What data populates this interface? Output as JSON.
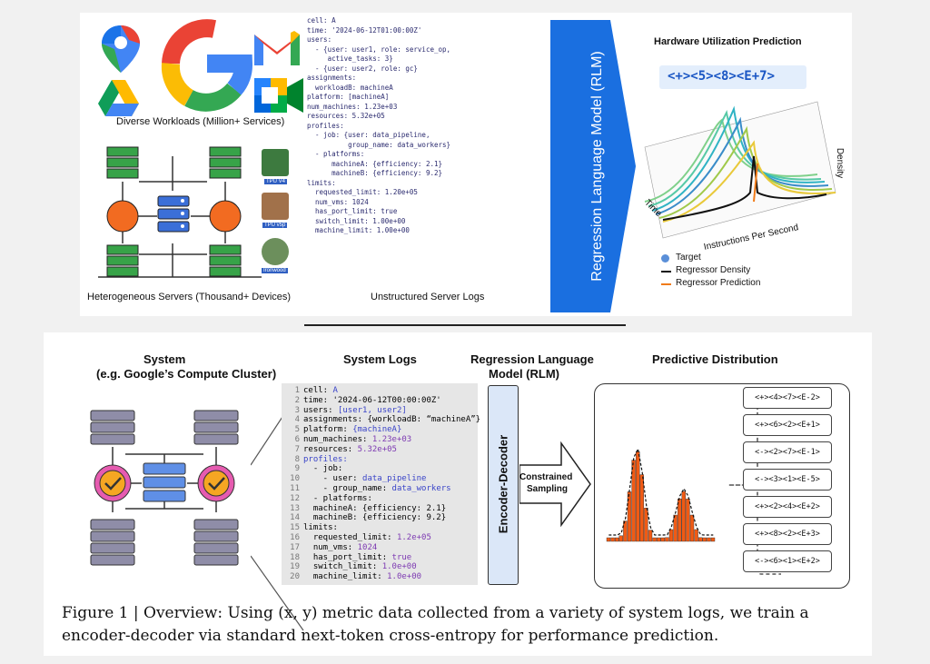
{
  "top": {
    "workloads_label": "Diverse Workloads (Million+ Services)",
    "servers_label": "Heterogeneous Servers (Thousand+ Devices)",
    "logs_label": "Unstructured Server Logs",
    "rlm_label": "Regression Language Model (RLM)",
    "chart_title": "Hardware Utilization Prediction",
    "token_string": "<+><5><8><E+7>",
    "tpu_labels": [
      "TPU V4",
      "TPU v5p",
      "Ironwood"
    ],
    "log_lines": [
      "cell: A",
      "time: '2024-06-12T01:00:00Z'",
      "users:",
      "  - {user: user1, role: service_op,",
      "     active_tasks: 3}",
      "  - {user: user2, role: gc}",
      "assignments:",
      "  workloadB: machineA",
      "platform: [machineA]",
      "num_machines: 1.23e+03",
      "resources: 5.32e+05",
      "profiles:",
      "  - job: {user: data_pipeline,",
      "          group_name: data_workers}",
      "  - platforms:",
      "      machineA: {efficiency: 2.1}",
      "      machineB: {efficiency: 9.2}",
      "limits:",
      "  requested_limit: 1.20e+05",
      "  num_vms: 1024",
      "  has_port_limit: true",
      "  switch_limit: 1.00e+00",
      "  machine_limit: 1.00e+00"
    ],
    "chart_data": {
      "type": "area",
      "title": "Hardware Utilization Prediction",
      "xlabel": "Instructions Per Second",
      "ylabel": "Density",
      "zlabel": "Time",
      "legend": [
        "Target",
        "Regressor Density",
        "Regressor Prediction"
      ],
      "legend_colors": [
        "#5a8fd8",
        "#111111",
        "#f07b1a"
      ],
      "legend_position": "bottom"
    }
  },
  "bottom": {
    "system_title": "System",
    "system_subtitle": "(e.g. Google’s Compute Cluster)",
    "logs_title": "System Logs",
    "rlm_title_1": "Regression Language",
    "rlm_title_2": "Model (RLM)",
    "encoder_label": "Encoder-Decoder",
    "arrow_label_1": "Constrained",
    "arrow_label_2": "Sampling",
    "dist_title": "Predictive Distribution",
    "tokens": [
      "<+><4><7><E-2>",
      "<+><6><2><E+1>",
      "<-><2><7><E-1>",
      "<-><3><1><E-5>",
      "<+><2><4><E+2>",
      "<+><8><2><E+3>",
      "<-><6><1><E+2>"
    ],
    "code_lines": [
      {
        "n": "1",
        "k": "cell: ",
        "v": "A",
        "c": "blue"
      },
      {
        "n": "2",
        "k": "time: ",
        "v": "'2024-06-12T00:00:00Z'",
        "c": "plain"
      },
      {
        "n": "3",
        "k": "users: ",
        "v": "[user1, user2]",
        "c": "blue"
      },
      {
        "n": "4",
        "k": "assignments: ",
        "v": "{workloadB: “machineA”}",
        "c": "plain"
      },
      {
        "n": "5",
        "k": "platform: ",
        "v": "{machineA}",
        "c": "blue"
      },
      {
        "n": "6",
        "k": "num_machines: ",
        "v": "1.23e+03",
        "c": "purple"
      },
      {
        "n": "7",
        "k": "resources: ",
        "v": "5.32e+05",
        "c": "purple"
      },
      {
        "n": "8",
        "k": "profiles:",
        "v": "",
        "c": "blue"
      },
      {
        "n": "9",
        "k": "  - job:",
        "v": "",
        "c": "plain"
      },
      {
        "n": "10",
        "k": "    - user: ",
        "v": "data_pipeline",
        "c": "blue"
      },
      {
        "n": "11",
        "k": "    - group_name: ",
        "v": "data_workers",
        "c": "blue"
      },
      {
        "n": "12",
        "k": "  - platforms:",
        "v": "",
        "c": "plain"
      },
      {
        "n": "13",
        "k": "  machineA: ",
        "v": "{efficiency: 2.1}",
        "c": "plain"
      },
      {
        "n": "14",
        "k": "  machineB: ",
        "v": "{efficiency: 9.2}",
        "c": "plain"
      },
      {
        "n": "15",
        "k": "limits:",
        "v": "",
        "c": "plain"
      },
      {
        "n": "16",
        "k": "  requested_limit: ",
        "v": "1.2e+05",
        "c": "purple"
      },
      {
        "n": "17",
        "k": "  num_vms: ",
        "v": "1024",
        "c": "purple"
      },
      {
        "n": "18",
        "k": "  has_port_limit: ",
        "v": "true",
        "c": "purple"
      },
      {
        "n": "19",
        "k": "  switch_limit: ",
        "v": "1.0e+00",
        "c": "purple"
      },
      {
        "n": "20",
        "k": "  machine_limit: ",
        "v": "1.0e+00",
        "c": "purple"
      }
    ]
  },
  "caption": {
    "line1": "Figure 1 | Overview: Using (x, y) metric data collected from a variety of system logs, we train a",
    "line2": "encoder-decoder via standard next-token cross-entropy for performance prediction."
  }
}
